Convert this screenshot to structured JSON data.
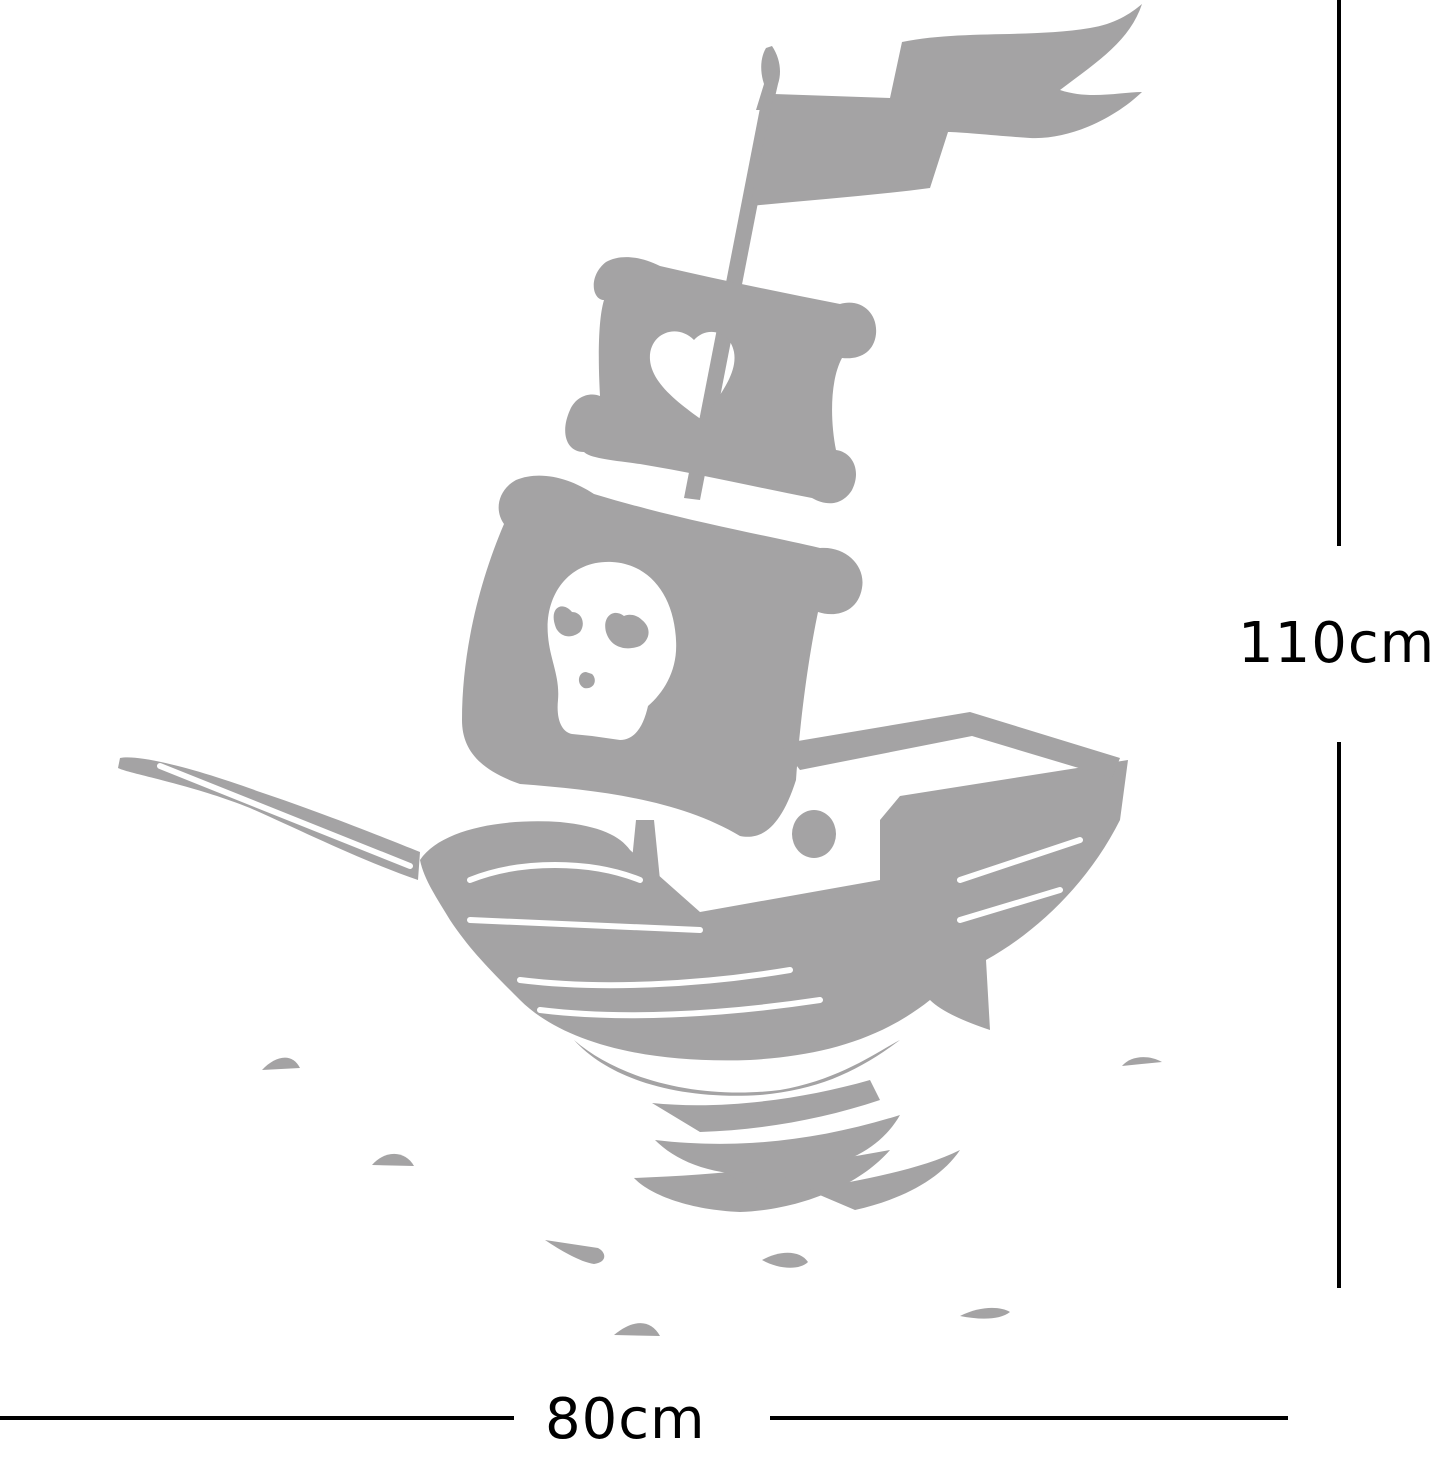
{
  "product": {
    "subject": "pirate ship wall decal",
    "colors": {
      "decal": "#a4a3a4",
      "background": "#ffffff",
      "dimension_lines": "#000000"
    },
    "motifs": {
      "top_sail": "heart",
      "main_sail": "skull with heart-shaped eyes",
      "flag": "swallowtail pennant"
    }
  },
  "dimensions": {
    "height_label": "110cm",
    "width_label": "80cm"
  }
}
